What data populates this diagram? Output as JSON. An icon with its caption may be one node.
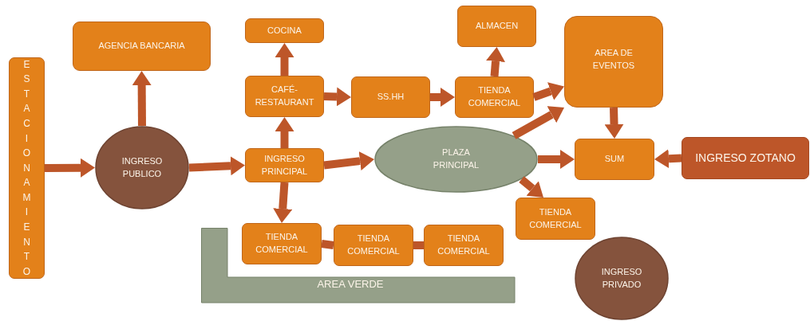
{
  "diagram": {
    "nodes": [
      {
        "text": [
          "ESTACIONAMIENTO"
        ]
      },
      {
        "text": [
          "INGRESO PUBLICO"
        ]
      },
      {
        "text": [
          "AGENCIA BANCARIA"
        ]
      },
      {
        "text": [
          "COCINA"
        ]
      },
      {
        "text": [
          "CAFÉ-RESTAURANT"
        ]
      },
      {
        "text": [
          "INGRESO PRINCIPAL"
        ]
      },
      {
        "text": [
          "SS.HH"
        ]
      },
      {
        "text": [
          "ALMACEN"
        ]
      },
      {
        "text": [
          "TIENDA COMERCIAL"
        ]
      },
      {
        "text": [
          "AREA DE EVENTOS"
        ]
      },
      {
        "text": [
          "PLAZA PRINCIPAL"
        ]
      },
      {
        "text": [
          "SUM"
        ]
      },
      {
        "text": [
          "INGRESO ZOTANO"
        ]
      },
      {
        "text": [
          "TIENDA COMERCIAL"
        ]
      },
      {
        "text": [
          "TIENDA COMERCIAL"
        ]
      },
      {
        "text": [
          "TIENDA COMERCIAL"
        ]
      },
      {
        "text": [
          "TIENDA COMERCIAL"
        ]
      },
      {
        "text": [
          "AREA VERDE"
        ]
      },
      {
        "text": [
          "INGRESO PRIVADO"
        ]
      }
    ],
    "edges": [
      {
        "from": 0,
        "to": 1,
        "arrow": "to"
      },
      {
        "from": 1,
        "to": 2,
        "arrow": "to"
      },
      {
        "from": 1,
        "to": 5,
        "arrow": "to"
      },
      {
        "from": 5,
        "to": 4,
        "arrow": "to"
      },
      {
        "from": 4,
        "to": 3,
        "arrow": "to"
      },
      {
        "from": 4,
        "to": 6,
        "arrow": "to"
      },
      {
        "from": 6,
        "to": 8,
        "arrow": "to"
      },
      {
        "from": 8,
        "to": 7,
        "arrow": "to"
      },
      {
        "from": 8,
        "to": 9,
        "arrow": "to"
      },
      {
        "from": 9,
        "to": 11,
        "arrow": "to"
      },
      {
        "from": 5,
        "to": 10,
        "arrow": "to"
      },
      {
        "from": 10,
        "to": 9,
        "arrow": "to"
      },
      {
        "from": 10,
        "to": 11,
        "arrow": "to"
      },
      {
        "from": 10,
        "to": 13,
        "arrow": "to"
      },
      {
        "from": 12,
        "to": 11,
        "arrow": "to"
      },
      {
        "from": 5,
        "to": 14,
        "arrow": "to"
      },
      {
        "from": 14,
        "to": 15,
        "arrow": "none"
      },
      {
        "from": 15,
        "to": 16,
        "arrow": "none"
      }
    ]
  }
}
